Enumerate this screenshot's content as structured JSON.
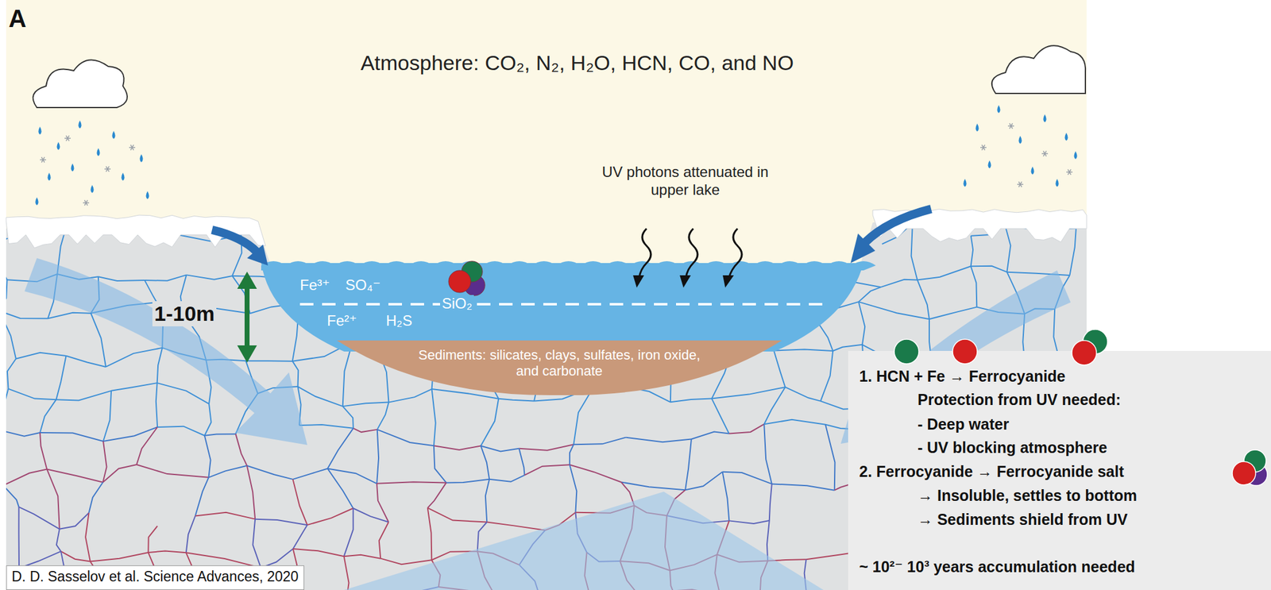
{
  "diagram": {
    "nodes": [
      {
        "text": [
          "Sediments: silicates, clays, sulfates, iron oxide, and carbonate"
        ]
      },
      {
        "text": [
          "1. HCN + Fe → Ferrocyanide",
          "Protection from UV needed:",
          "- Deep water",
          "- UV blocking atmosphere",
          "2. Ferrocyanide → Ferrocyanide salt",
          "→ Insoluble, settles to bottom",
          "→ Sediments shield from UV",
          "~ 10²⁻ 10³ years accumulation needed"
        ]
      },
      {
        "text": [
          "D. D. Sasselov et al. Science Advances, 2020"
        ]
      }
    ],
    "labels": [
      "A",
      "Atmosphere: CO₂, N₂, H₂O, HCN, CO, and NO",
      "UV photons attenuated in upper lake",
      "Fe³⁺",
      "SO₄⁻",
      "SiO₂",
      "Fe²⁺",
      "H₂S",
      "1-10m"
    ]
  }
}
